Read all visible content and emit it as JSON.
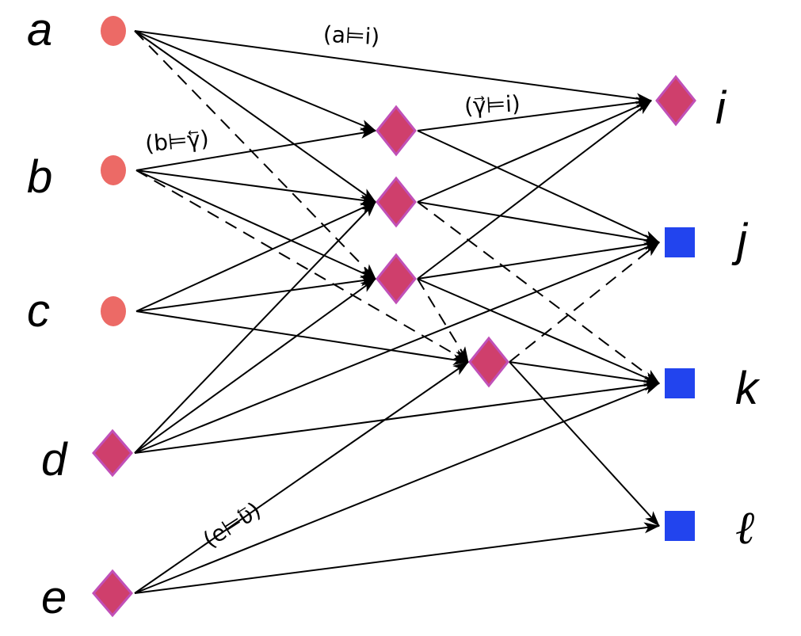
{
  "diagram": {
    "colors": {
      "source": "#ec6a66",
      "hidden": "#cf3f6c",
      "hidden_stroke": "#c050b8",
      "sink": "#2244ee",
      "edge": "#000000"
    },
    "nodes": [
      {
        "id": "a",
        "label": "a",
        "shape": "circle"
      },
      {
        "id": "b",
        "label": "b",
        "shape": "circle"
      },
      {
        "id": "c",
        "label": "c",
        "shape": "circle"
      },
      {
        "id": "d",
        "label": "d",
        "shape": "diamond"
      },
      {
        "id": "e",
        "label": "e",
        "shape": "diamond"
      },
      {
        "id": "h1",
        "label": "",
        "shape": "diamond"
      },
      {
        "id": "h2",
        "label": "",
        "shape": "diamond"
      },
      {
        "id": "h3",
        "label": "",
        "shape": "diamond"
      },
      {
        "id": "h4",
        "label": "",
        "shape": "diamond"
      },
      {
        "id": "i",
        "label": "i",
        "shape": "diamond"
      },
      {
        "id": "j",
        "label": "j",
        "shape": "square"
      },
      {
        "id": "k",
        "label": "k",
        "shape": "square"
      },
      {
        "id": "l",
        "label": "ℓ",
        "shape": "square"
      }
    ],
    "edges": [
      {
        "from": "a",
        "to": "i",
        "style": "solid"
      },
      {
        "from": "a",
        "to": "h1",
        "style": "solid"
      },
      {
        "from": "a",
        "to": "h2",
        "style": "solid"
      },
      {
        "from": "a",
        "to": "h3",
        "style": "dashed"
      },
      {
        "from": "b",
        "to": "h1",
        "style": "solid"
      },
      {
        "from": "b",
        "to": "h2",
        "style": "solid"
      },
      {
        "from": "b",
        "to": "h3",
        "style": "solid"
      },
      {
        "from": "b",
        "to": "h4",
        "style": "dashed"
      },
      {
        "from": "c",
        "to": "h2",
        "style": "solid"
      },
      {
        "from": "c",
        "to": "h3",
        "style": "solid"
      },
      {
        "from": "c",
        "to": "h4",
        "style": "solid"
      },
      {
        "from": "d",
        "to": "h2",
        "style": "solid"
      },
      {
        "from": "d",
        "to": "h3",
        "style": "solid"
      },
      {
        "from": "d",
        "to": "j",
        "style": "solid"
      },
      {
        "from": "d",
        "to": "k",
        "style": "solid"
      },
      {
        "from": "e",
        "to": "h4",
        "style": "solid"
      },
      {
        "from": "e",
        "to": "k",
        "style": "solid"
      },
      {
        "from": "e",
        "to": "l",
        "style": "solid"
      },
      {
        "from": "h1",
        "to": "i",
        "style": "solid"
      },
      {
        "from": "h1",
        "to": "j",
        "style": "solid"
      },
      {
        "from": "h2",
        "to": "j",
        "style": "solid"
      },
      {
        "from": "h2",
        "to": "k",
        "style": "dashed"
      },
      {
        "from": "h3",
        "to": "i",
        "style": "solid"
      },
      {
        "from": "h3",
        "to": "j",
        "style": "solid"
      },
      {
        "from": "h3",
        "to": "k",
        "style": "solid"
      },
      {
        "from": "h3",
        "to": "h4",
        "style": "dashed"
      },
      {
        "from": "h2",
        "to": "i",
        "style": "solid"
      },
      {
        "from": "h4",
        "to": "j",
        "style": "dashed"
      },
      {
        "from": "h4",
        "to": "k",
        "style": "solid"
      },
      {
        "from": "h4",
        "to": "l",
        "style": "solid"
      }
    ],
    "edge_labels": [
      {
        "id": "a-i",
        "text": "(a⊨i)"
      },
      {
        "id": "gamma-i",
        "text": "(γ⃗⊨i)"
      },
      {
        "id": "b-gamma",
        "text": "(b⊨γ⃖)"
      },
      {
        "id": "e-upsilon",
        "text": "(e⊨υ⃖)"
      }
    ]
  }
}
